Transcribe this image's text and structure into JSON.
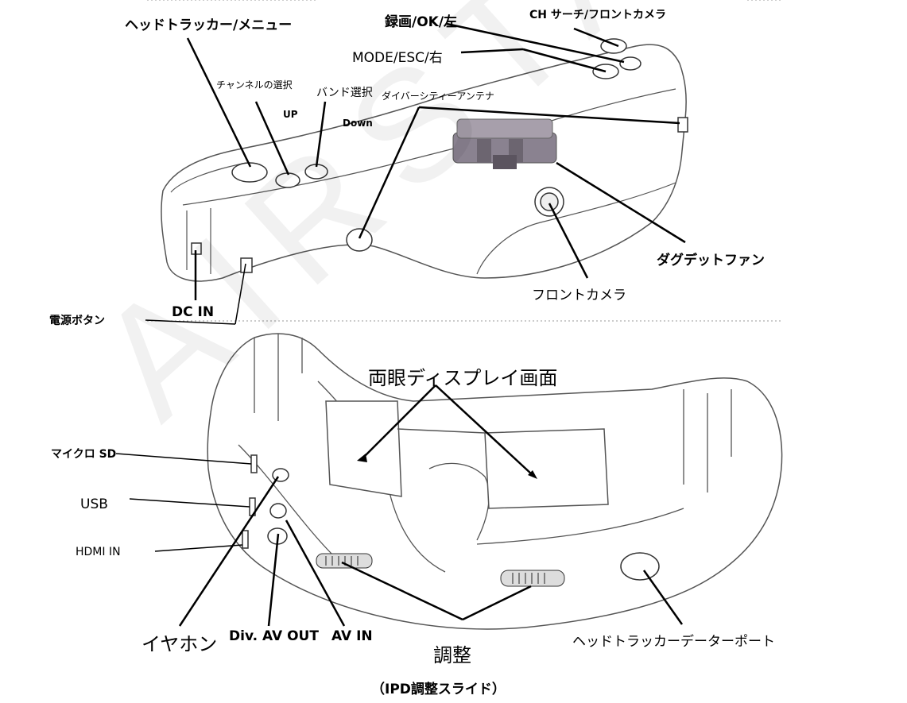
{
  "top_view": {
    "labels": {
      "head_tracker_menu": "ヘッドトラッカー/メニュー",
      "record_ok_left": "録画/OK/左",
      "ch_search_front_camera": "CH サーチ/フロントカメラ",
      "mode_esc_right": "MODE/ESC/右",
      "channel_select": "チャンネルの選択",
      "up": "UP",
      "band_select": "バンド選択",
      "diversity_antenna": "ダイバーシティーアンテナ",
      "down": "Down",
      "ducted_fan": "ダグデットファン",
      "front_camera": "フロントカメラ",
      "dc_in": "DC IN",
      "power_button": "電源ボタン"
    }
  },
  "bottom_view": {
    "labels": {
      "dual_display": "両眼ディスプレイ画面",
      "micro_sd": "マイクロ SD",
      "usb": "USB",
      "hdmi_in": "HDMI IN",
      "earphone": "イヤホン",
      "div_av_out": "Div. AV OUT",
      "av_in": "AV IN",
      "adjust": "調整",
      "head_tracker_data_port": "ヘッドトラッカーデーターポート"
    }
  },
  "caption": "（IPD調整スライド）",
  "watermark": "AIRSTAGE",
  "colors": {
    "ink": "#000000",
    "outline": "#555555",
    "module": "#8a8290"
  }
}
